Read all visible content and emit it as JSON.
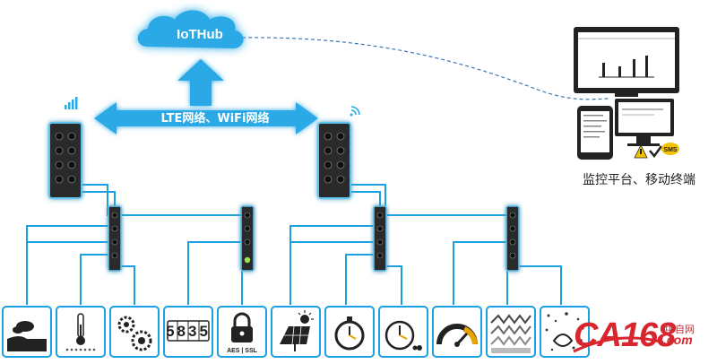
{
  "cloud": {
    "label": "IoTHub"
  },
  "network": {
    "label": "LTE网络、WiFi网络"
  },
  "monitoring": {
    "label": "监控平台、移动终端",
    "sms_badge": "SMS"
  },
  "sensors": [
    {
      "icon": "soil-icon"
    },
    {
      "icon": "thermometer-icon"
    },
    {
      "icon": "gears-icon"
    },
    {
      "icon": "counter-icon",
      "digits": "5835"
    },
    {
      "icon": "lock-icon",
      "text": "AES | SSL"
    },
    {
      "icon": "solar-panel-icon"
    },
    {
      "icon": "stopwatch-icon"
    },
    {
      "icon": "clock-icon"
    },
    {
      "icon": "speed-gauge-icon"
    },
    {
      "icon": "vibration-icon"
    },
    {
      "icon": "noise-icon"
    }
  ],
  "logo": {
    "main": "CA168",
    "cn": "中自网",
    "domain": ".com"
  },
  "colors": {
    "line": "#1ba1e2",
    "glow": "#4fc3f7",
    "device": "#2b2b2b",
    "logo": "#d7262d"
  }
}
